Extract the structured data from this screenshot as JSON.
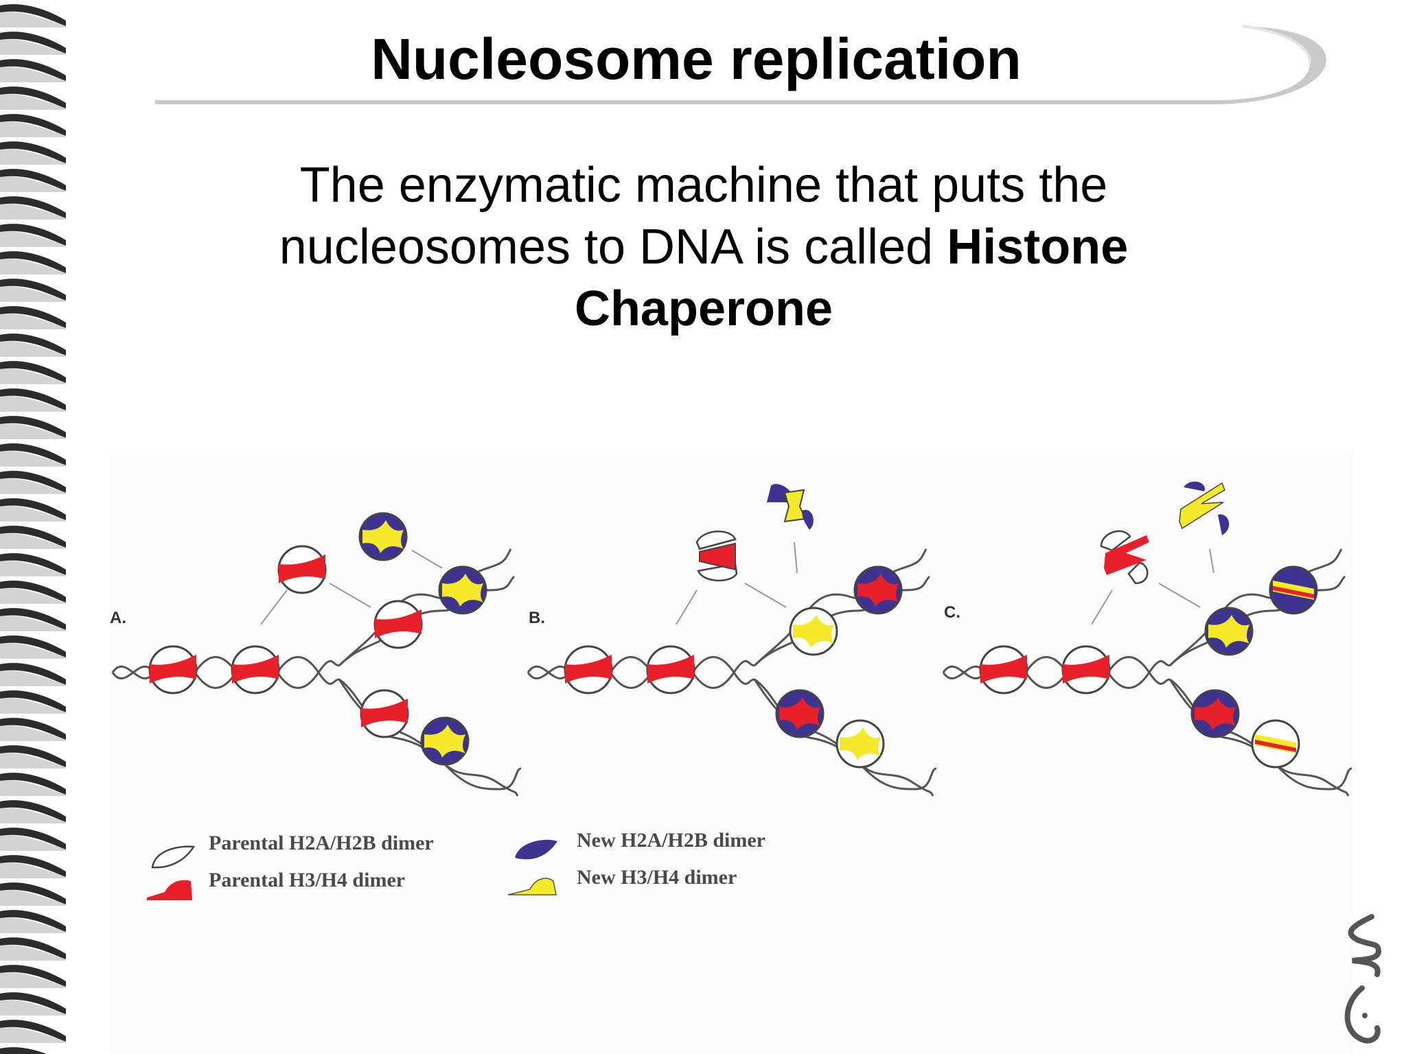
{
  "slide": {
    "title": "Nucleosome replication",
    "subtitle_plain": "The enzymatic machine that puts the nucleosomes to DNA is called ",
    "subtitle_bold": "Histone Chaperone"
  },
  "figure": {
    "panels": [
      {
        "label": "A."
      },
      {
        "label": "B."
      },
      {
        "label": "C."
      }
    ],
    "legend": [
      {
        "text": "Parental H2A/H2B dimer",
        "color": "#ffffff"
      },
      {
        "text": "Parental H3/H4 dimer",
        "color": "#e8202a"
      },
      {
        "text": "New H2A/H2B dimer",
        "color": "#3d3391"
      },
      {
        "text": "New H3/H4 dimer",
        "color": "#f4ea2a"
      }
    ]
  },
  "colors": {
    "parental_h3h4": "#e8202a",
    "new_h2ah2b": "#3d3391",
    "new_h3h4": "#f4ea2a",
    "dna": "#555555"
  }
}
